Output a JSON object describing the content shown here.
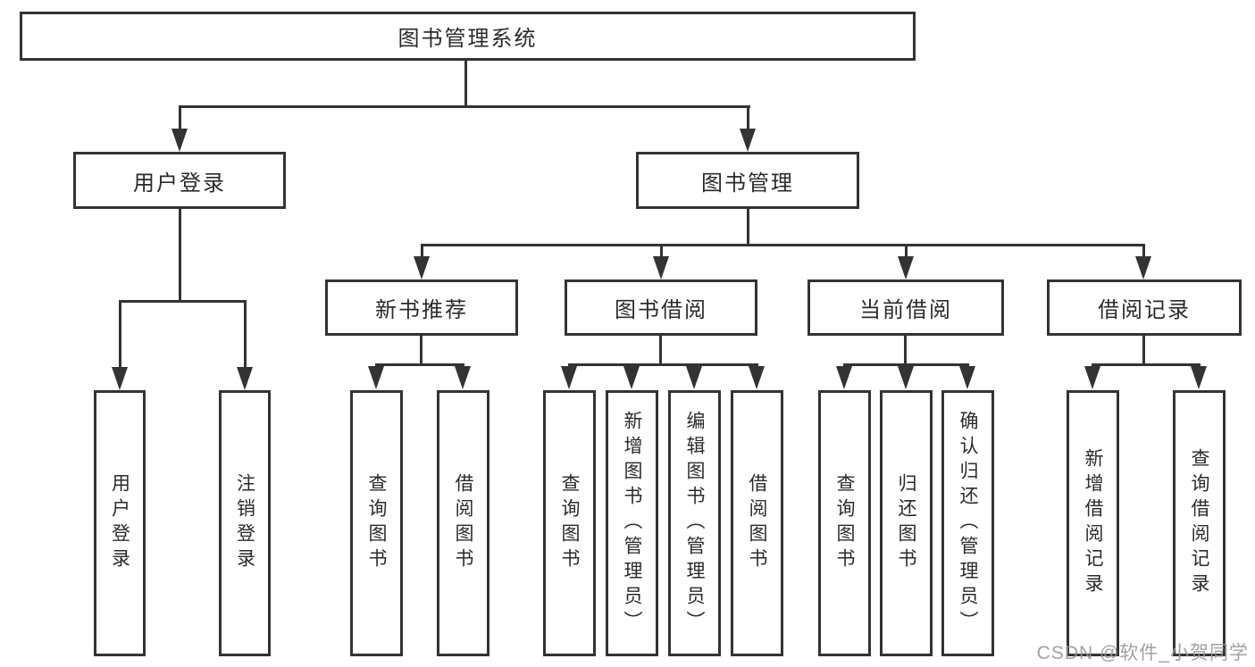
{
  "diagram": {
    "root": {
      "label": "图书管理系统"
    },
    "level2": {
      "user_login": {
        "label": "用户登录"
      },
      "book_mgmt": {
        "label": "图书管理"
      }
    },
    "level3": {
      "new_book": {
        "label": "新书推荐"
      },
      "borrow": {
        "label": "图书借阅"
      },
      "current": {
        "label": "当前借阅"
      },
      "records": {
        "label": "借阅记录"
      }
    },
    "leaves": {
      "user_login": {
        "label": "用户登录"
      },
      "logout": {
        "label": "注销登录"
      },
      "query_book_nb": {
        "label": "查询图书"
      },
      "borrow_book_nb": {
        "label": "借阅图书"
      },
      "query_book_bb": {
        "label": "查询图书"
      },
      "add_book": {
        "label": "新增图书（管理员）"
      },
      "edit_book": {
        "label": "编辑图书（管理员）"
      },
      "borrow_book_bb": {
        "label": "借阅图书"
      },
      "query_book_cb": {
        "label": "查询图书"
      },
      "return_book": {
        "label": "归还图书"
      },
      "confirm_return": {
        "label": "确认归还（管理员）"
      },
      "add_record": {
        "label": "新增借阅记录"
      },
      "query_record": {
        "label": "查询借阅记录"
      }
    },
    "watermark": "CSDN @软件_小贺同学",
    "colors": {
      "line": "#333333",
      "text": "#2b2b2b",
      "watermark": "#96979c",
      "background": "#ffffff"
    }
  }
}
